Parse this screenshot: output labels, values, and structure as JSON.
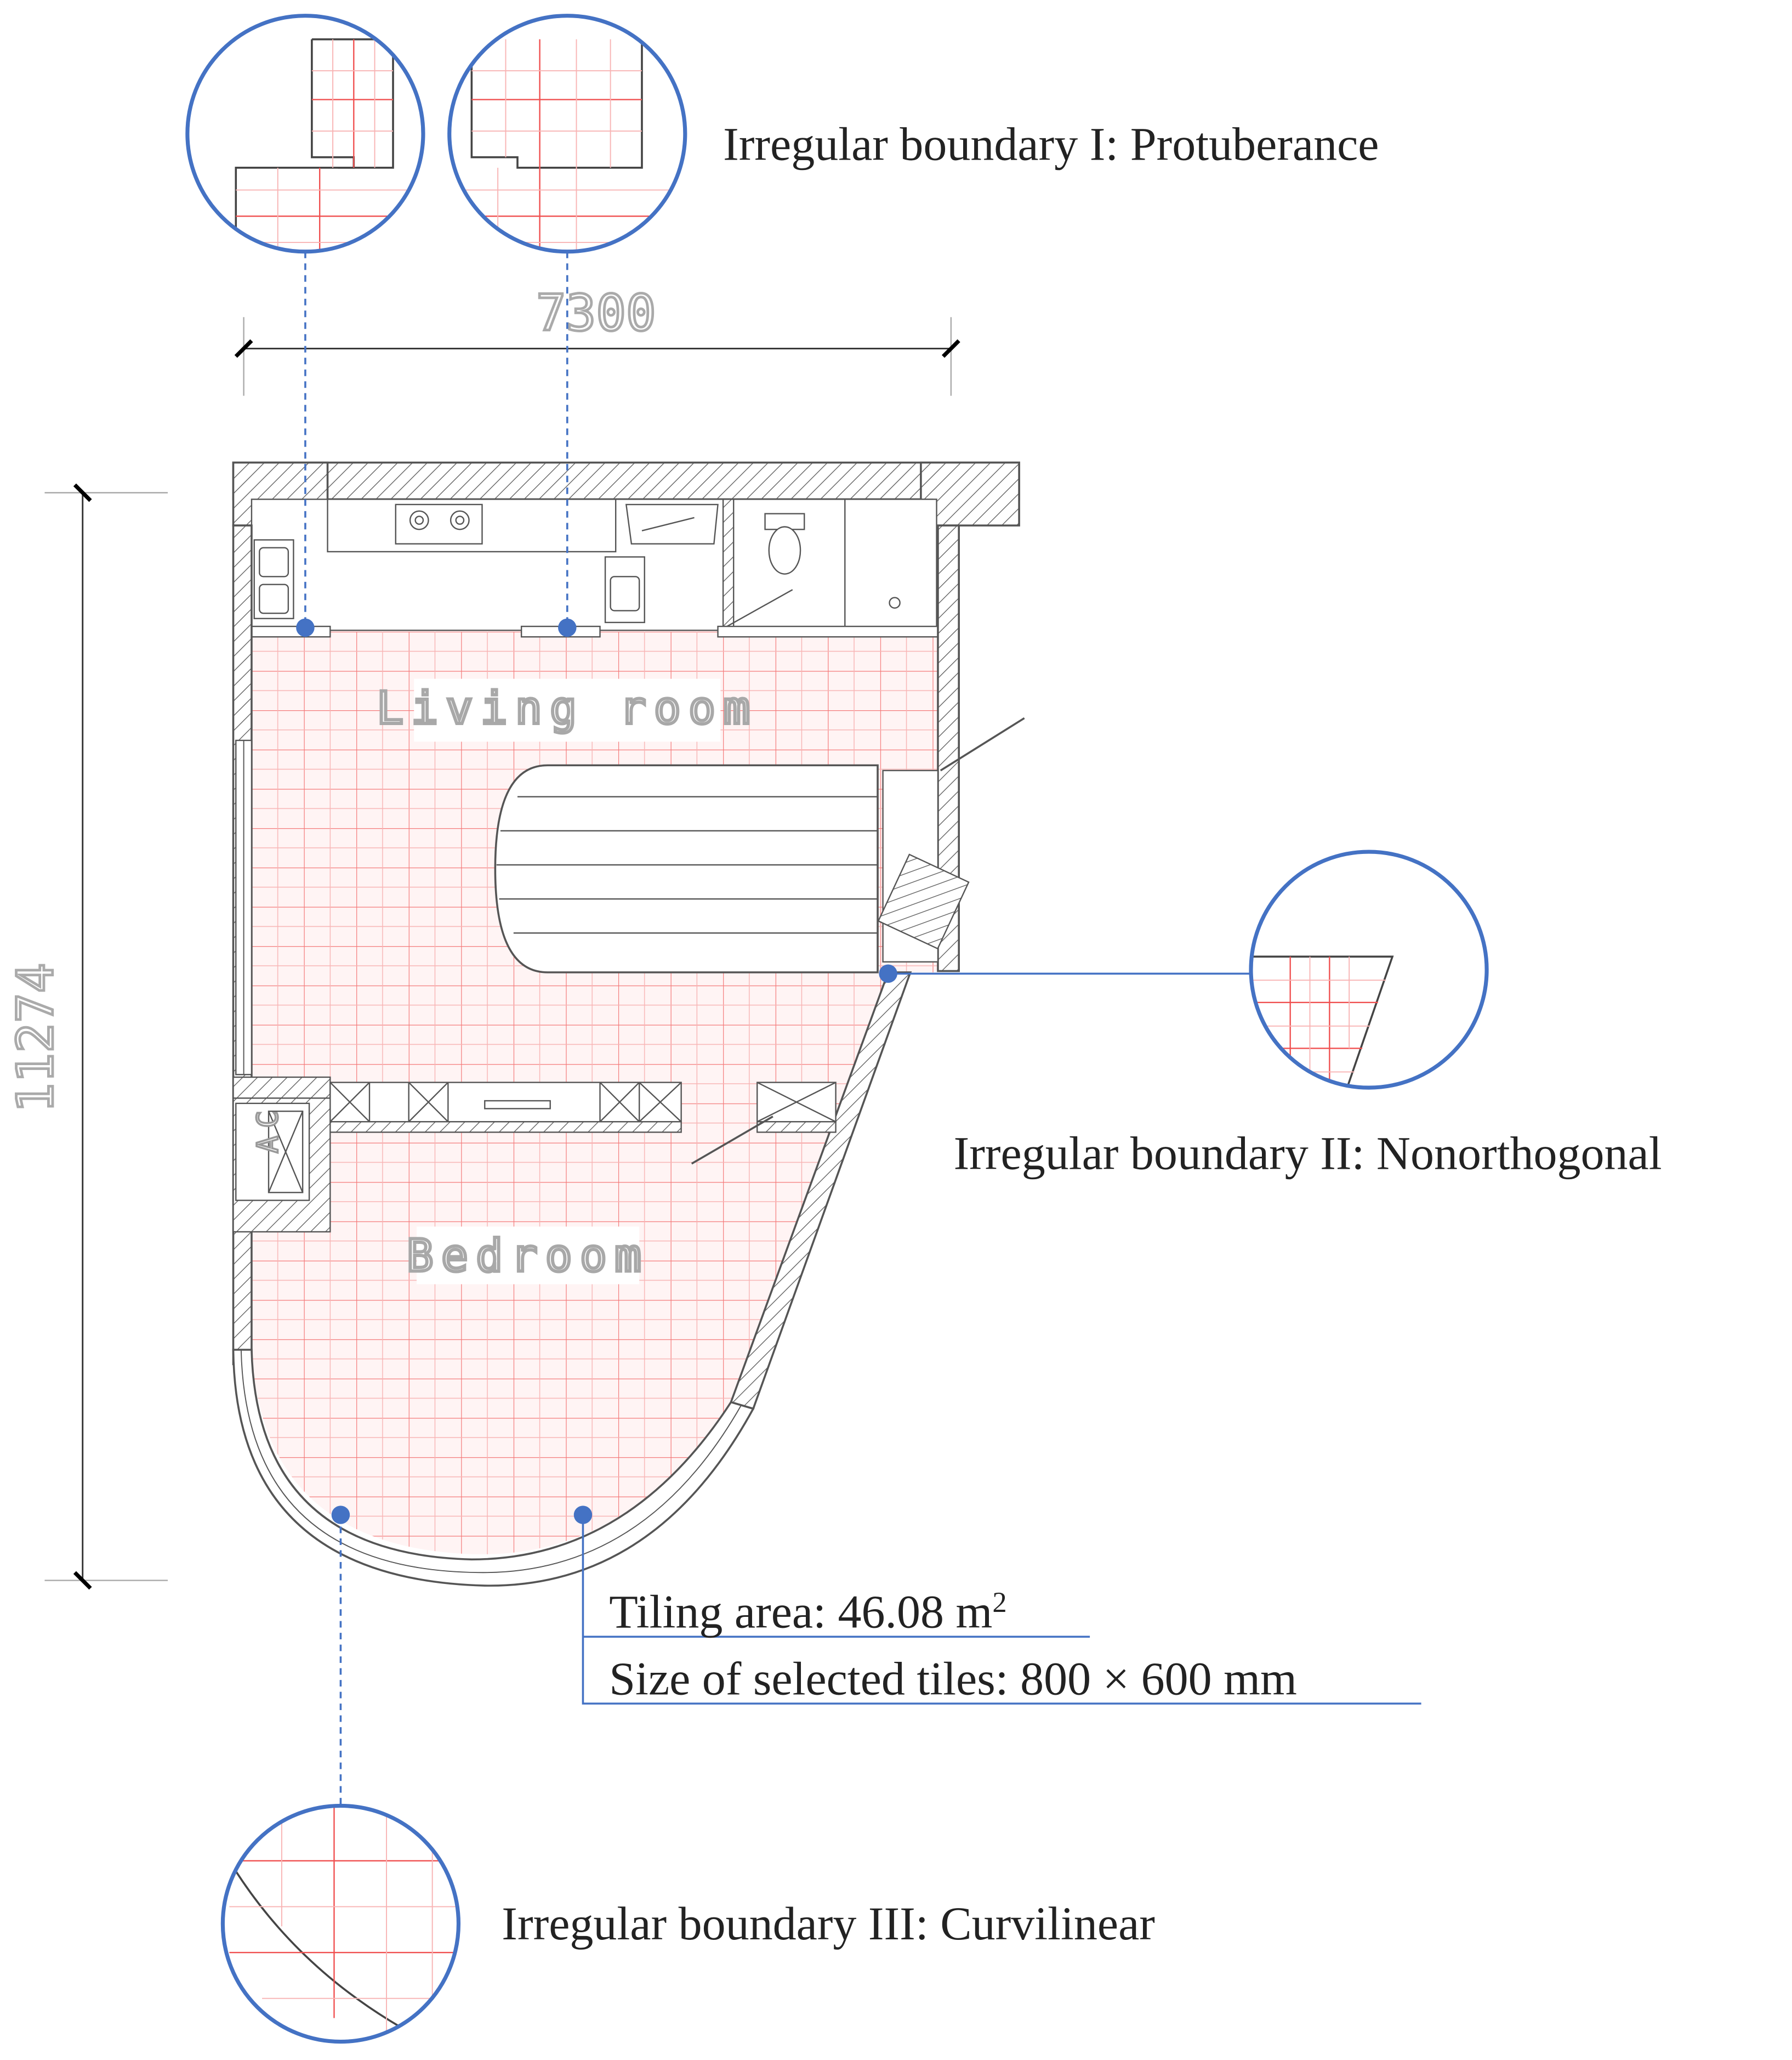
{
  "colors": {
    "accent": "#4472C4",
    "tile_grid": "#F05050",
    "tile_grid_light": "#F8B4B4",
    "wall": "#555555",
    "dimension": "#AAAAAA"
  },
  "dimensions": {
    "width": "7300",
    "height": "11274"
  },
  "rooms": {
    "living": "Living room",
    "bedroom": "Bedroom",
    "ac": "AC"
  },
  "callouts": {
    "protuberance": "Irregular boundary I: Protuberance",
    "nonorthogonal": "Irregular boundary II: Nonorthogonal",
    "curvilinear": "Irregular boundary III: Curvilinear"
  },
  "info": {
    "area_label": "Tiling area: 46.08 m",
    "area_exponent": "2",
    "tile_size": "Size of selected tiles: 800 × 600 mm"
  }
}
